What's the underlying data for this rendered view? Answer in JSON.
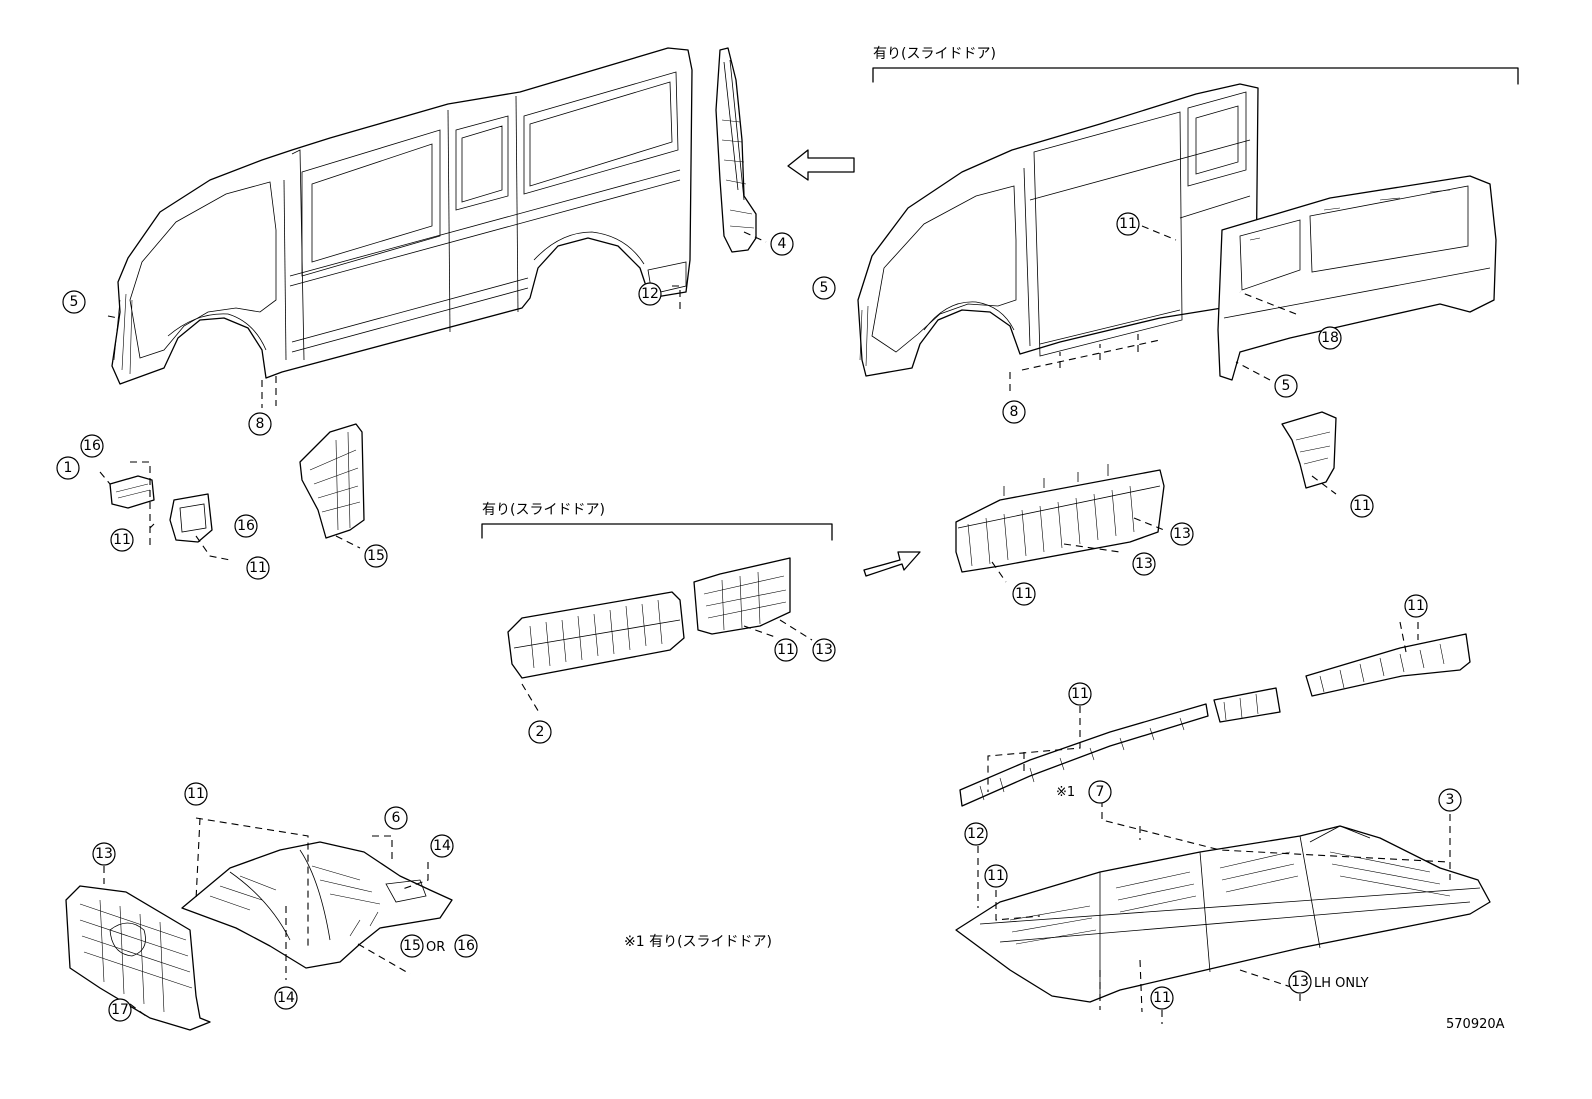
{
  "labels": {
    "sliding_door_top": "有り(スライドドア)",
    "sliding_door_mid": "有り(スライドドア)",
    "note_ref": "※1",
    "note_text": "※1 有り(スライドドア)",
    "or_text": "OR",
    "lh_only": "LH ONLY",
    "diagram_code": "570920A"
  },
  "callouts": [
    {
      "id": "c-5-a",
      "num": "5"
    },
    {
      "id": "c-8-a",
      "num": "8"
    },
    {
      "id": "c-12-a",
      "num": "12"
    },
    {
      "id": "c-4",
      "num": "4"
    },
    {
      "id": "c-5-b",
      "num": "5"
    },
    {
      "id": "c-11-side",
      "num": "11"
    },
    {
      "id": "c-18",
      "num": "18"
    },
    {
      "id": "c-5-c",
      "num": "5"
    },
    {
      "id": "c-8-b",
      "num": "8"
    },
    {
      "id": "c-16-a",
      "num": "16"
    },
    {
      "id": "c-1",
      "num": "1"
    },
    {
      "id": "c-11-a",
      "num": "11"
    },
    {
      "id": "c-16-b",
      "num": "16"
    },
    {
      "id": "c-11-b",
      "num": "11"
    },
    {
      "id": "c-15",
      "num": "15"
    },
    {
      "id": "c-2",
      "num": "2"
    },
    {
      "id": "c-11-c",
      "num": "11"
    },
    {
      "id": "c-13-a",
      "num": "13"
    },
    {
      "id": "c-11-pillar",
      "num": "11"
    },
    {
      "id": "c-13-b",
      "num": "13"
    },
    {
      "id": "c-13-c",
      "num": "13"
    },
    {
      "id": "c-11-d",
      "num": "11"
    },
    {
      "id": "c-11-rail-r",
      "num": "11"
    },
    {
      "id": "c-11-rail-l",
      "num": "11"
    },
    {
      "id": "c-7",
      "num": "7"
    },
    {
      "id": "c-3",
      "num": "3"
    },
    {
      "id": "c-12-b",
      "num": "12"
    },
    {
      "id": "c-11-floor-l",
      "num": "11"
    },
    {
      "id": "c-11-floor-b",
      "num": "11"
    },
    {
      "id": "c-13-lh",
      "num": "13"
    },
    {
      "id": "c-11-dash",
      "num": "11"
    },
    {
      "id": "c-6",
      "num": "6"
    },
    {
      "id": "c-14-a",
      "num": "14"
    },
    {
      "id": "c-13-dash",
      "num": "13"
    },
    {
      "id": "c-15-or",
      "num": "15"
    },
    {
      "id": "c-16-or",
      "num": "16"
    },
    {
      "id": "c-14-b",
      "num": "14"
    },
    {
      "id": "c-17",
      "num": "17"
    }
  ]
}
